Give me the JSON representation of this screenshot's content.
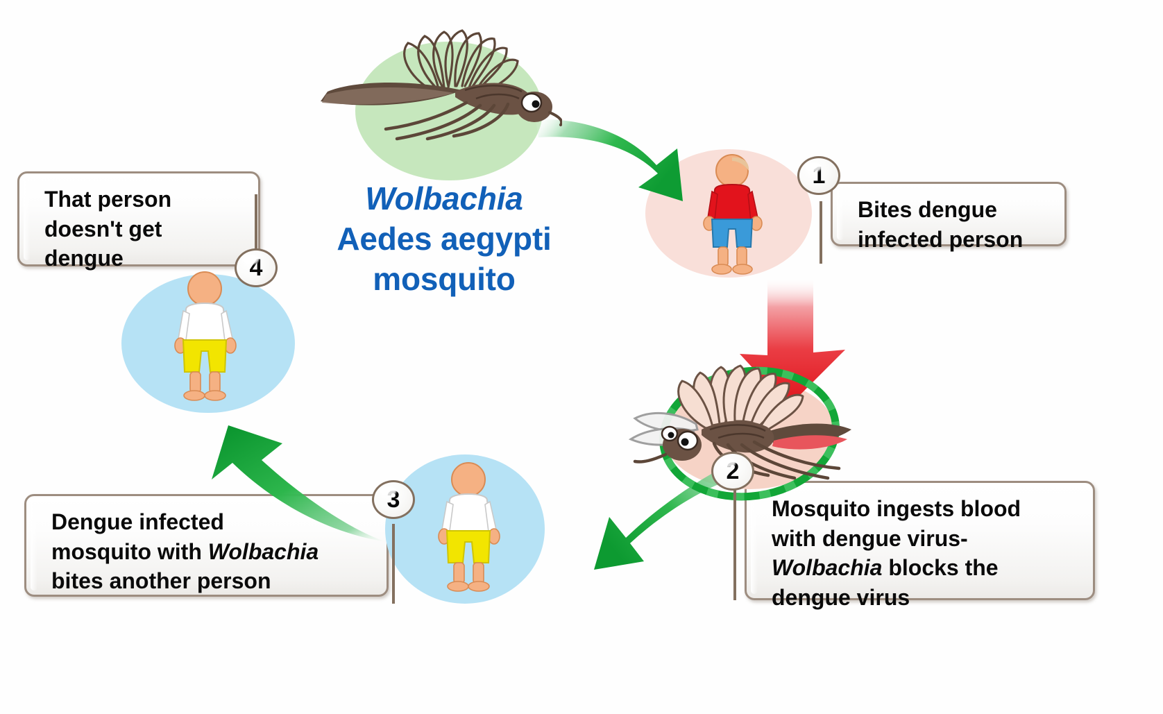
{
  "diagram": {
    "title_center": {
      "line1": "Wolbachia",
      "line2": "Aedes aegypti",
      "line3": "mosquito"
    },
    "steps": [
      {
        "number": "1",
        "text_plain": "Bites dengue infected person",
        "text_html": "Bites dengue<br>infected person"
      },
      {
        "number": "2",
        "text_plain": "Mosquito ingests blood with dengue virus-Wolbachia blocks the dengue virus",
        "text_html": "Mosquito ingests blood<br>with dengue virus-<br><i>Wolbachia</i> blocks the<br>dengue virus"
      },
      {
        "number": "3",
        "text_plain": "Dengue infected mosquito with Wolbachia bites another person",
        "text_html": "Dengue infected<br>mosquito with <i>Wolbachia</i><br>bites another person"
      },
      {
        "number": "4",
        "text_plain": "That person doesn't get dengue",
        "text_html": "That person<br>doesn't get<br>dengue"
      }
    ],
    "figures": {
      "mosquito_top_label": "Wolbachia Aedes aegypti mosquito",
      "mosquito_bottom_label": "Wolbachia mosquito ingesting infected blood",
      "person_infected_label": "Dengue infected person",
      "person_healthy_label": "Healthy person"
    },
    "colors": {
      "title_blue": "#1160b8",
      "arrow_green": "#15a63c",
      "arrow_red": "#e8242a",
      "box_border": "#9d8d80",
      "box_fill": "#f6f5f3",
      "ellipse_green": "#c6e7bd",
      "ellipse_pink": "#f9dfd9",
      "ellipse_blue": "#b6e2f5",
      "shirt_red": "#e2131c",
      "shorts_blue": "#3a9ad9",
      "shirt_white": "#ffffff",
      "shorts_yellow": "#f2e500",
      "skin": "#f4b183",
      "mosquito_body": "#6b5244",
      "wolbachia_ring_green": "#12a637"
    }
  }
}
